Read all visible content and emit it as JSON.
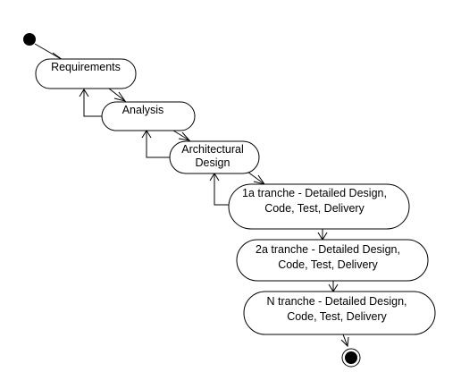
{
  "diagram": {
    "states": [
      {
        "lines": [
          "Requirements"
        ]
      },
      {
        "lines": [
          "Analysis"
        ]
      },
      {
        "lines": [
          "Architectural",
          "Design"
        ]
      },
      {
        "lines": [
          "1a tranche - Detailed Design,",
          "Code, Test, Delivery"
        ]
      },
      {
        "lines": [
          "2a tranche - Detailed Design,",
          "Code, Test, Delivery"
        ]
      },
      {
        "lines": [
          "N  tranche - Detailed Design,",
          "Code, Test, Delivery"
        ]
      }
    ]
  },
  "colors": {
    "stroke": "#000000",
    "fill": "#ffffff"
  }
}
